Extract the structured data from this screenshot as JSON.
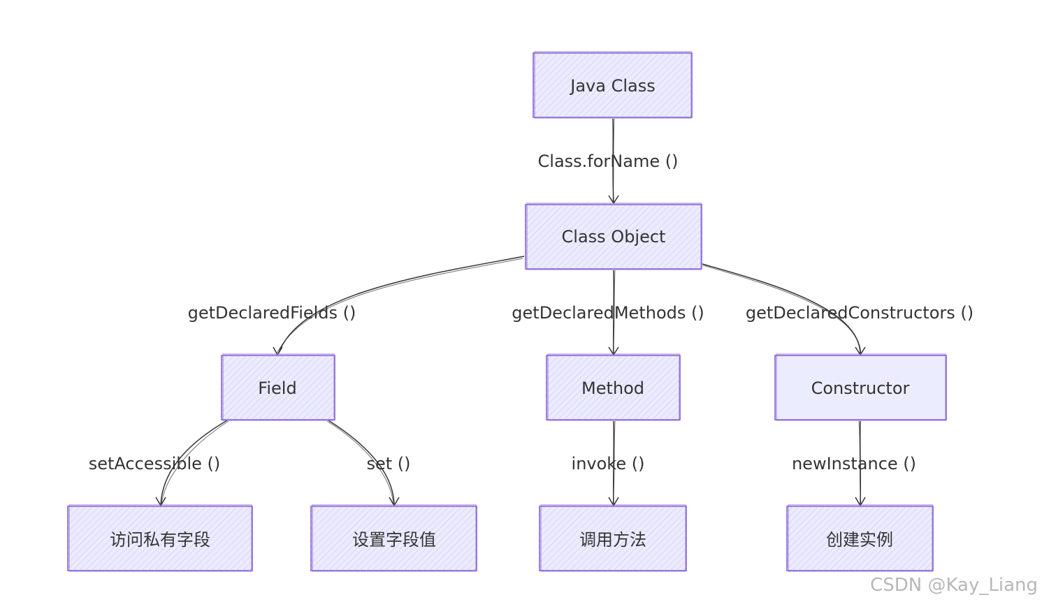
{
  "nodes": {
    "java_class": "Java Class",
    "class_object": "Class Object",
    "field": "Field",
    "method": "Method",
    "constructor": "Constructor",
    "access_private": "访问私有字段",
    "set_value": "设置字段值",
    "call_method": "调用方法",
    "create_instance": "创建实例"
  },
  "edges": {
    "for_name": "Class.forName ()",
    "get_fields": "getDeclaredFields ()",
    "get_methods": "getDeclaredMethods ()",
    "get_constructors": "getDeclaredConstructors ()",
    "set_accessible": "setAccessible ()",
    "set": "set ()",
    "invoke": "invoke ()",
    "new_instance": "newInstance ()"
  },
  "watermark": "CSDN @Kay_Liang",
  "colors": {
    "node_fill": "#ECECFF",
    "node_stroke": "#9370DB",
    "edge": "#333333"
  }
}
